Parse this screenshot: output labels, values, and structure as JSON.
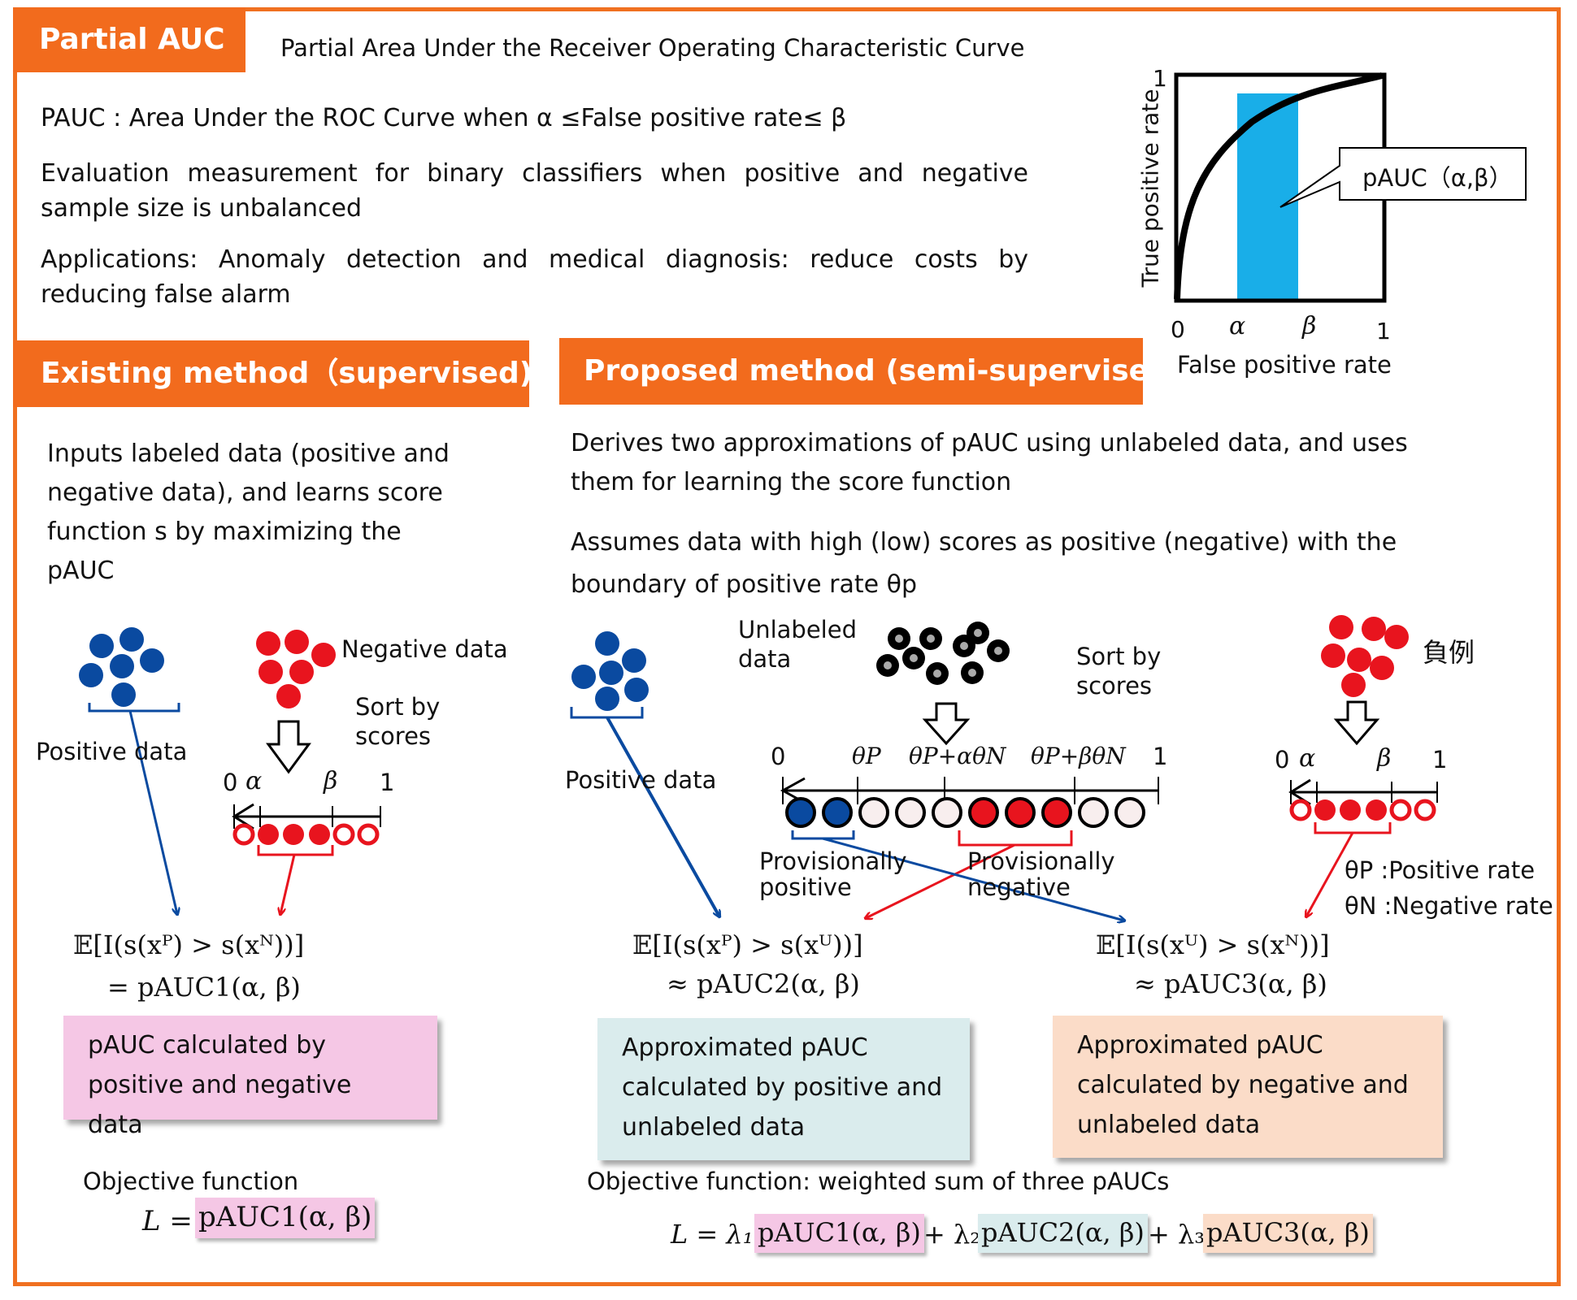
{
  "header": {
    "badge": "Partial AUC",
    "subtitle": "Partial Area Under the Receiver Operating Characteristic Curve"
  },
  "intro": {
    "line1": "PAUC : Area Under the ROC Curve when  α ≤False positive rate≤ β",
    "line2": "Evaluation measurement for binary classifiers when positive and negative sample size is unbalanced",
    "line3": "Applications: Anomaly detection and medical diagnosis: reduce costs by reducing false alarm"
  },
  "roc": {
    "ylabel": "True positive rate",
    "xlabel": "False positive rate",
    "tick_y_top": "1",
    "tick_x0": "0",
    "tick_alpha": "α",
    "tick_beta": "β",
    "tick_x1": "1",
    "callout": "pAUC（α,β）"
  },
  "existing": {
    "title": "Existing method（supervised)",
    "description": "Inputs labeled data (positive and negative data), and learns score function s by maximizing the pAUC",
    "negative_label": "Negative data",
    "sort_label": "Sort by scores",
    "positive_label": "Positive data",
    "scale_0": "0",
    "scale_alpha": "α",
    "scale_beta": "β",
    "scale_1": "1",
    "formula_line1": "𝔼[I(s(xᴾ) > s(xᴺ))]",
    "formula_line2": "= pAUC1(α, β)",
    "box": "pAUC calculated by positive and negative data",
    "objective_label": "Objective function",
    "objective_formula_lhs": "L =",
    "objective_formula_term": "pAUC1(α, β)"
  },
  "proposed": {
    "title": "Proposed method (semi-supervised)",
    "description1": "Derives two approximations of pAUC using unlabeled data, and uses them for learning the score function",
    "description2": "Assumes data with high (low) scores as positive (negative) with the boundary of positive rate  θp",
    "unlabeled_label": "Unlabeled data",
    "sort_label": "Sort by scores",
    "positive_label": "Positive data",
    "negative_jp": "負例",
    "scale_0": "0",
    "scale_thetaP": "θP",
    "scale_thetaP_alpha": "θP+αθN",
    "scale_thetaP_beta": "θP+βθN",
    "scale_1": "1",
    "prov_positive": "Provisionally positive",
    "prov_negative": "Provisionally negative",
    "neg_scale_0": "0",
    "neg_scale_alpha": "α",
    "neg_scale_beta": "β",
    "neg_scale_1": "1",
    "legend_thetaP": "θP :Positive rate",
    "legend_thetaN": "θN :Negative rate",
    "formula2_line1": "𝔼[I(s(xᴾ) > s(xᵁ))]",
    "formula2_line2": "≈ pAUC2(α, β)",
    "formula3_line1": "𝔼[I(s(xᵁ) > s(xᴺ))]",
    "formula3_line2": "≈ pAUC3(α, β)",
    "box2": "Approximated pAUC calculated by positive and unlabeled data",
    "box3": "Approximated pAUC calculated by negative and unlabeled data",
    "objective_label": "Objective function: weighted sum of three pAUCs",
    "obj_L": "L = λ₁",
    "obj_t1": "pAUC1(α, β)",
    "obj_plus2": "+ λ₂",
    "obj_t2": "pAUC2(α, β)",
    "obj_plus3": "+ λ₃",
    "obj_t3": "pAUC3(α, β)"
  },
  "colors": {
    "accent": "#f26b1d",
    "blue": "#0a4aa0",
    "red": "#e8141e",
    "shade": "#19aee8"
  }
}
